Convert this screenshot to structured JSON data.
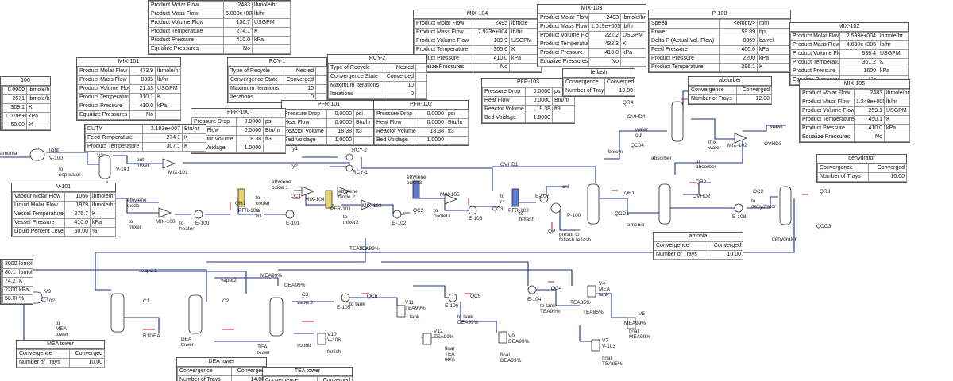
{
  "colors": {
    "stream": "#1a2f8a",
    "energy": "#b51d1d",
    "equipment": "#2a2a2a",
    "border": "#555555"
  },
  "tables": [
    {
      "id": "prod-top",
      "title": "",
      "rows": [
        [
          "Product Molar Flow",
          "2483",
          "lbmole/hr"
        ],
        [
          "Product Mass Flow",
          "6.880e+004",
          "lb/hr"
        ],
        [
          "Product Volume Flow",
          "156.7",
          "USGPM"
        ],
        [
          "Product Temperature",
          "274.1",
          "K"
        ],
        [
          "Product Pressure",
          "410.0",
          "kPa"
        ],
        [
          "Equalize Pressures",
          "No",
          ""
        ]
      ]
    },
    {
      "id": "mix104",
      "title": "MIX-104",
      "rows": [
        [
          "Product Molar Flow",
          "2495",
          "lbmole"
        ],
        [
          "Product Mass Flow",
          "7.923e+004",
          "lb/hr"
        ],
        [
          "Product Volume Flow",
          "189.9",
          "USGPM"
        ],
        [
          "Product Temperature",
          "305.6",
          "K"
        ],
        [
          "Product Pressure",
          "410.0",
          "kPa"
        ],
        [
          "Equalize Pressures",
          "No",
          ""
        ]
      ]
    },
    {
      "id": "mix103",
      "title": "MIX-103",
      "rows": [
        [
          "Product Molar Flow",
          "2483",
          "lbmole/hr"
        ],
        [
          "Product Mass Flow",
          "1.019e+005",
          "lb/hr"
        ],
        [
          "Product Volume Flow",
          "222.2",
          "USGPM"
        ],
        [
          "Product Temperature",
          "432.3",
          "K"
        ],
        [
          "Product Pressure",
          "410.0",
          "kPa"
        ],
        [
          "Equalize Pressures",
          "No",
          ""
        ]
      ]
    },
    {
      "id": "p100",
      "title": "P-100",
      "rows": [
        [
          "Speed",
          "<empty>",
          "rpm"
        ],
        [
          "Power",
          "59.89",
          "hp"
        ],
        [
          "Delta P (Actual Vol. Flow)",
          "8869",
          "barrel"
        ],
        [
          "Feed Pressure",
          "400.0",
          "kPa"
        ],
        [
          "Product Pressure",
          "2200",
          "kPa"
        ],
        [
          "Product Temperature",
          "296.1",
          "K"
        ]
      ]
    },
    {
      "id": "mix102",
      "title": "MIX-102",
      "rows": [
        [
          "Product Molar Flow",
          "2.593e+004",
          "lbmole/hr"
        ],
        [
          "Product Mass Flow",
          "4.690e+005",
          "lb/hr"
        ],
        [
          "Product Volume Flow",
          "938.4",
          "USGPM"
        ],
        [
          "Product Temperature",
          "361.2",
          "K"
        ],
        [
          "Product Pressure",
          "1600",
          "kPa"
        ],
        [
          "Equalize Pressures",
          "No",
          ""
        ]
      ]
    },
    {
      "id": "left-top",
      "title": "100",
      "rows": [
        [
          "",
          "0.0000",
          "lbmole/hr"
        ],
        [
          "",
          "2571",
          "lbmole/hr"
        ],
        [
          "",
          "309.1",
          "K"
        ],
        [
          "",
          "1.029e+004",
          "kPa"
        ],
        [
          "",
          "50.00",
          "%"
        ]
      ]
    },
    {
      "id": "mix101",
      "title": "MIX-101",
      "rows": [
        [
          "Product Molar Flow",
          "473.9",
          "lbmole/hr"
        ],
        [
          "Product Mass Flow",
          "8335",
          "lb/hr"
        ],
        [
          "Product Volume Flow",
          "21.33",
          "USGPM"
        ],
        [
          "Product Temperature",
          "310.1",
          "K"
        ],
        [
          "Product Pressure",
          "410.0",
          "kPa"
        ],
        [
          "Equalize Pressures",
          "No",
          ""
        ]
      ]
    },
    {
      "id": "rcy1",
      "title": "RCY-1",
      "rows": [
        [
          "Type of Recycle",
          "Nested",
          ""
        ],
        [
          "Convergence State",
          "Converged",
          ""
        ],
        [
          "Maximum Iterations",
          "10",
          ""
        ],
        [
          "Iterations",
          "0",
          ""
        ]
      ]
    },
    {
      "id": "rcy2",
      "title": "RCY-2",
      "rows": [
        [
          "Type of Recycle",
          "Nested",
          ""
        ],
        [
          "Convergence State",
          "Converged",
          ""
        ],
        [
          "Maximum Iterations",
          "10",
          ""
        ],
        [
          "Iterations",
          "0",
          ""
        ]
      ]
    },
    {
      "id": "pfr103",
      "title": "PFR-103",
      "rows": [
        [
          "Pressure Drop",
          "0.0000",
          "psi"
        ],
        [
          "Heat Flow",
          "0.0000",
          "Btu/hr"
        ],
        [
          "Reactor Volume",
          "18.38",
          "ft3"
        ],
        [
          "Bed Voidage",
          "1.0000",
          ""
        ]
      ]
    },
    {
      "id": "pfr101",
      "title": "PFR-101",
      "rows": [
        [
          "Pressure Drop",
          "0.0000",
          "psi"
        ],
        [
          "Heat Flow",
          "0.0000",
          "Btu/hr"
        ],
        [
          "Reactor Volume",
          "18.38",
          "ft3"
        ],
        [
          "Bed Voidage",
          "1.0000",
          ""
        ]
      ]
    },
    {
      "id": "pfr102",
      "title": "PFR-102",
      "rows": [
        [
          "Pressure Drop",
          "0.0000",
          "psi"
        ],
        [
          "Heat Flow",
          "0.0000",
          "Btu/hr"
        ],
        [
          "Reactor Volume",
          "18.38",
          "ft3"
        ],
        [
          "Bed Voidage",
          "1.0000",
          ""
        ]
      ]
    },
    {
      "id": "feflash",
      "title": "feflash",
      "rows": [
        [
          "Convergence",
          "Converged"
        ],
        [
          "Number of Trays",
          "10.00"
        ]
      ]
    },
    {
      "id": "absorber-t",
      "title": "absorber",
      "rows": [
        [
          "Convergence",
          "Converged"
        ],
        [
          "Number of Trays",
          "12.00"
        ]
      ]
    },
    {
      "id": "mix105",
      "title": "MIX-105",
      "rows": [
        [
          "Product Molar Flow",
          "2483",
          "lbmole/hr"
        ],
        [
          "Product Mass Flow",
          "1.248e+005",
          "lb/hr"
        ],
        [
          "Product Volume Flow",
          "259.1",
          "USGPM"
        ],
        [
          "Product Temperature",
          "450.1",
          "K"
        ],
        [
          "Product Pressure",
          "410.0",
          "kPa"
        ],
        [
          "Equalize Pressures",
          "No",
          ""
        ]
      ]
    },
    {
      "id": "pfr100",
      "title": "PFR-100",
      "rows": [
        [
          "Pressure Drop",
          "0.0000",
          "psi"
        ],
        [
          "Heat Flow",
          "0.0000",
          "Btu/hr"
        ],
        [
          "Reactor Volume",
          "18.38",
          "ft3"
        ],
        [
          "Bed Voidage",
          "1.0000",
          ""
        ]
      ]
    },
    {
      "id": "duty",
      "title": "",
      "rows": [
        [
          "DUTY",
          "2.193e+007",
          "Btu/hr"
        ],
        [
          "Feed Temperature",
          "274.1",
          "K"
        ],
        [
          "Product Temperature",
          "307.1",
          "K"
        ]
      ]
    },
    {
      "id": "dehydrator-t",
      "title": "dehydrator",
      "rows": [
        [
          "Convergence",
          "Converged"
        ],
        [
          "Number of Trays",
          "10.00"
        ]
      ]
    },
    {
      "id": "v101",
      "title": "V-101",
      "rows": [
        [
          "Vapour Molar Flow",
          "1066",
          "lbmole/hr"
        ],
        [
          "Liquid Molar Flow",
          "1979",
          "lbmole/hr"
        ],
        [
          "Vessel Temperature",
          "275.7",
          "K"
        ],
        [
          "Vessel Pressure",
          "410.0",
          "kPa"
        ],
        [
          "Liquid Percent Level",
          "50.00",
          "%"
        ]
      ]
    },
    {
      "id": "amonia-t",
      "title": "amonia",
      "rows": [
        [
          "Convergence",
          "Converged"
        ],
        [
          "Number of Trays",
          "10.00"
        ]
      ]
    },
    {
      "id": "left-bottom",
      "title": "",
      "rows": [
        [
          "",
          "3000",
          "lbmole/hr"
        ],
        [
          "",
          "80.1",
          "lbmole/hr"
        ],
        [
          "",
          "74.2",
          "K"
        ],
        [
          "",
          "2200",
          "kPa"
        ],
        [
          "",
          "50.00",
          "%"
        ]
      ]
    },
    {
      "id": "mea-tower-t",
      "title": "MEA tower",
      "rows": [
        [
          "Convergence",
          "Converged"
        ],
        [
          "Number of Trays",
          "10.00"
        ]
      ]
    },
    {
      "id": "dea-tower-t",
      "title": "DEA tower",
      "rows": [
        [
          "Convergence",
          "Converged"
        ],
        [
          "Number of Trays",
          "14.00"
        ]
      ]
    },
    {
      "id": "tea-tower-t",
      "title": "TEA tower",
      "rows": [
        [
          "Convergence",
          "Converged"
        ]
      ]
    }
  ],
  "labels": [
    {
      "id": "amonia",
      "text": "amonia"
    },
    {
      "id": "light",
      "text": "light"
    },
    {
      "id": "v100",
      "text": "V-100"
    },
    {
      "id": "v101",
      "text": "V-101"
    },
    {
      "id": "to-separator",
      "text": "to\nseperator"
    },
    {
      "id": "v2",
      "text": "V2"
    },
    {
      "id": "out-mixer",
      "text": "out\nmixer"
    },
    {
      "id": "mix101",
      "text": "MIX-101"
    },
    {
      "id": "ethylene",
      "text": "ethylene\noxide"
    },
    {
      "id": "mix100",
      "text": "MIX-100"
    },
    {
      "id": "to-mixer",
      "text": "to\nmixer"
    },
    {
      "id": "e100",
      "text": "E-100"
    },
    {
      "id": "to-heater",
      "text": "to\nheater"
    },
    {
      "id": "qh1",
      "text": "QH1"
    },
    {
      "id": "to-r1",
      "text": "to\nR1"
    },
    {
      "id": "pfr100",
      "text": "PFR-100"
    },
    {
      "id": "to-cooler",
      "text": "to\ncooler"
    },
    {
      "id": "ry2",
      "text": "ry2"
    },
    {
      "id": "ry1",
      "text": "ry1"
    },
    {
      "id": "rcy2",
      "text": "RCY-2"
    },
    {
      "id": "rcy1",
      "text": "RCY-1"
    },
    {
      "id": "ethylene-oxide1",
      "text": "ethylene\noxide 1"
    },
    {
      "id": "mix104",
      "text": "MIX-104"
    },
    {
      "id": "e101",
      "text": "E-101"
    },
    {
      "id": "qc1",
      "text": "QC1"
    },
    {
      "id": "ethylene-oxide2",
      "text": "ethylene\noxide 2"
    },
    {
      "id": "pfr101",
      "text": "PFR-101"
    },
    {
      "id": "to-mixer2",
      "text": "to\nmixer2"
    },
    {
      "id": "mix103",
      "text": "MIX-103"
    },
    {
      "id": "e102",
      "text": "E-102"
    },
    {
      "id": "qc2",
      "text": "QC2"
    },
    {
      "id": "ethylene-oxide3",
      "text": "ethylene\noxide3"
    },
    {
      "id": "mix105",
      "text": "MIX-105"
    },
    {
      "id": "to-cooler3",
      "text": "to\ncooler3"
    },
    {
      "id": "e103",
      "text": "E-103"
    },
    {
      "id": "qc3",
      "text": "QC3"
    },
    {
      "id": "to-r4",
      "text": "to\nr4"
    },
    {
      "id": "pfr102",
      "text": "PFR-102"
    },
    {
      "id": "to-feflash",
      "text": "to\nfeflash"
    },
    {
      "id": "e107",
      "text": "E-107"
    },
    {
      "id": "cnl",
      "text": "cnl"
    },
    {
      "id": "qp",
      "text": "QP"
    },
    {
      "id": "pump",
      "text": "P-100"
    },
    {
      "id": "presur",
      "text": "presur to\nfeflash feflash"
    },
    {
      "id": "qcd1",
      "text": "QCD1"
    },
    {
      "id": "qr1",
      "text": "QR1"
    },
    {
      "id": "amonia2",
      "text": "amonia"
    },
    {
      "id": "ovhd1",
      "text": "OVHD1"
    },
    {
      "id": "qr4",
      "text": "QR4"
    },
    {
      "id": "ovhd4",
      "text": "OVHD4"
    },
    {
      "id": "qc04",
      "text": "QC04"
    },
    {
      "id": "water-out",
      "text": "water\nout"
    },
    {
      "id": "botom",
      "text": "botom"
    },
    {
      "id": "absorber",
      "text": "absorber"
    },
    {
      "id": "mix-water",
      "text": "mix\nwater"
    },
    {
      "id": "mix102",
      "text": "MIX-102"
    },
    {
      "id": "water",
      "text": "water"
    },
    {
      "id": "ovhd3",
      "text": "OVHD3"
    },
    {
      "id": "to-absorber",
      "text": "to\nabsorber"
    },
    {
      "id": "qr2",
      "text": "QR2"
    },
    {
      "id": "ovhd2",
      "text": "OVHD2"
    },
    {
      "id": "e108",
      "text": "E-108"
    },
    {
      "id": "to-dehydrator",
      "text": "to\ndehydrator"
    },
    {
      "id": "qc2b",
      "text": "QC2"
    },
    {
      "id": "dehydrator",
      "text": "dehydrator"
    },
    {
      "id": "qr3",
      "text": "QR3"
    },
    {
      "id": "qco3",
      "text": "QCO3"
    },
    {
      "id": "tea99",
      "text": "TEA99%"
    },
    {
      "id": "vaper1",
      "text": "vaper1"
    },
    {
      "id": "vaper2",
      "text": "vaper2"
    },
    {
      "id": "mea99",
      "text": "MEA99%"
    },
    {
      "id": "dea99",
      "text": "DEA99%"
    },
    {
      "id": "v3",
      "text": "V3"
    },
    {
      "id": "v102",
      "text": "V-102"
    },
    {
      "id": "to-mea-tower",
      "text": "to\nMEA\ntower"
    },
    {
      "id": "c1",
      "text": "C1"
    },
    {
      "id": "r1dea",
      "text": "R1DEA"
    },
    {
      "id": "c2",
      "text": "C2"
    },
    {
      "id": "dea-tower",
      "text": "DEA\ntower"
    },
    {
      "id": "c3",
      "text": "C3"
    },
    {
      "id": "vaper3",
      "text": "vaper3"
    },
    {
      "id": "tea-tower",
      "text": "TEA\ntower"
    },
    {
      "id": "e105",
      "text": "E-105"
    },
    {
      "id": "to-tank",
      "text": "to tank"
    },
    {
      "id": "qc6",
      "text": "QC6"
    },
    {
      "id": "e106",
      "text": "E-106"
    },
    {
      "id": "qc5",
      "text": "QC5"
    },
    {
      "id": "v11",
      "text": "V11\nTEA99%"
    },
    {
      "id": "tank1",
      "text": "tank"
    },
    {
      "id": "v12",
      "text": "V12\nTEA99%"
    },
    {
      "id": "final-tea",
      "text": "final\nTEA\n99%"
    },
    {
      "id": "v10",
      "text": "V10\nV-106"
    },
    {
      "id": "fonish",
      "text": "fonish"
    },
    {
      "id": "sophit",
      "text": "sophit"
    },
    {
      "id": "to-tank-dea",
      "text": "to tank\nDEA99%"
    },
    {
      "id": "v9",
      "text": "V9\nDEA99%"
    },
    {
      "id": "final-dea",
      "text": "final\nDEA99%"
    },
    {
      "id": "e104",
      "text": "E-104"
    },
    {
      "id": "qc4",
      "text": "QC4"
    },
    {
      "id": "to-tank-tea",
      "text": "to tank\nTEA99%"
    },
    {
      "id": "v4",
      "text": "V4\nMEA\ntank"
    },
    {
      "id": "v7",
      "text": "V7\nV-103"
    },
    {
      "id": "tea85",
      "text": "TEA85%"
    },
    {
      "id": "final-tea85",
      "text": "final\nTEA85%"
    },
    {
      "id": "v5",
      "text": "V5"
    },
    {
      "id": "mea99b",
      "text": "MEA99%"
    },
    {
      "id": "final-mea",
      "text": "final\nMEA99%"
    },
    {
      "id": "tea85b",
      "text": "TEA85%"
    },
    {
      "id": "tea-top",
      "text": "TEA85%"
    }
  ]
}
